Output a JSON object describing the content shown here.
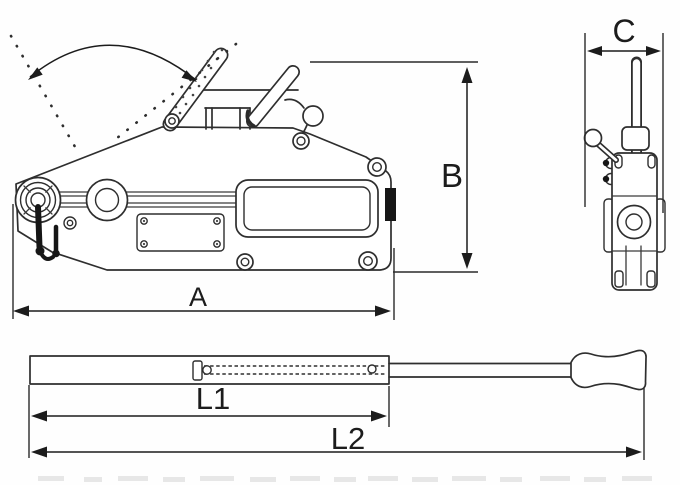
{
  "drawing": {
    "dimension_labels": {
      "overall_length": "A",
      "overall_height": "B",
      "overall_width": "C",
      "handle_retracted": "L1",
      "handle_extended": "L2"
    },
    "colors": {
      "line": "#2e2e2e",
      "dimension_line": "#1c1c1c",
      "black_fill": "#161616",
      "background": "#fefefe"
    }
  }
}
